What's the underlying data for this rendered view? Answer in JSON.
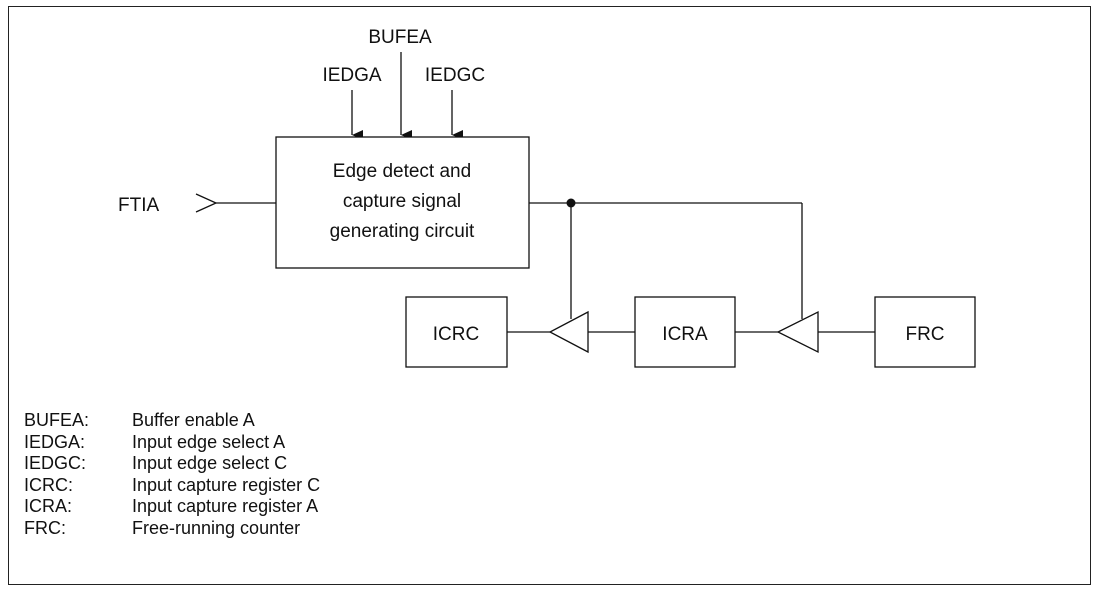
{
  "diagram": {
    "signals": {
      "bufea": "BUFEA",
      "iedga": "IEDGA",
      "iedgc": "IEDGC",
      "ftia": "FTIA"
    },
    "blocks": {
      "edge_detect": [
        "Edge detect and",
        "capture signal",
        "generating circuit"
      ],
      "icrc": "ICRC",
      "icra": "ICRA",
      "frc": "FRC"
    }
  },
  "legend": [
    {
      "term": "BUFEA:",
      "desc": "Buffer enable A"
    },
    {
      "term": "IEDGA:",
      "desc": "Input edge select A"
    },
    {
      "term": "IEDGC:",
      "desc": "Input edge select C"
    },
    {
      "term": "ICRC:",
      "desc": "Input capture register C"
    },
    {
      "term": "ICRA:",
      "desc": "Input capture register A"
    },
    {
      "term": "FRC:",
      "desc": "Free-running counter"
    }
  ]
}
